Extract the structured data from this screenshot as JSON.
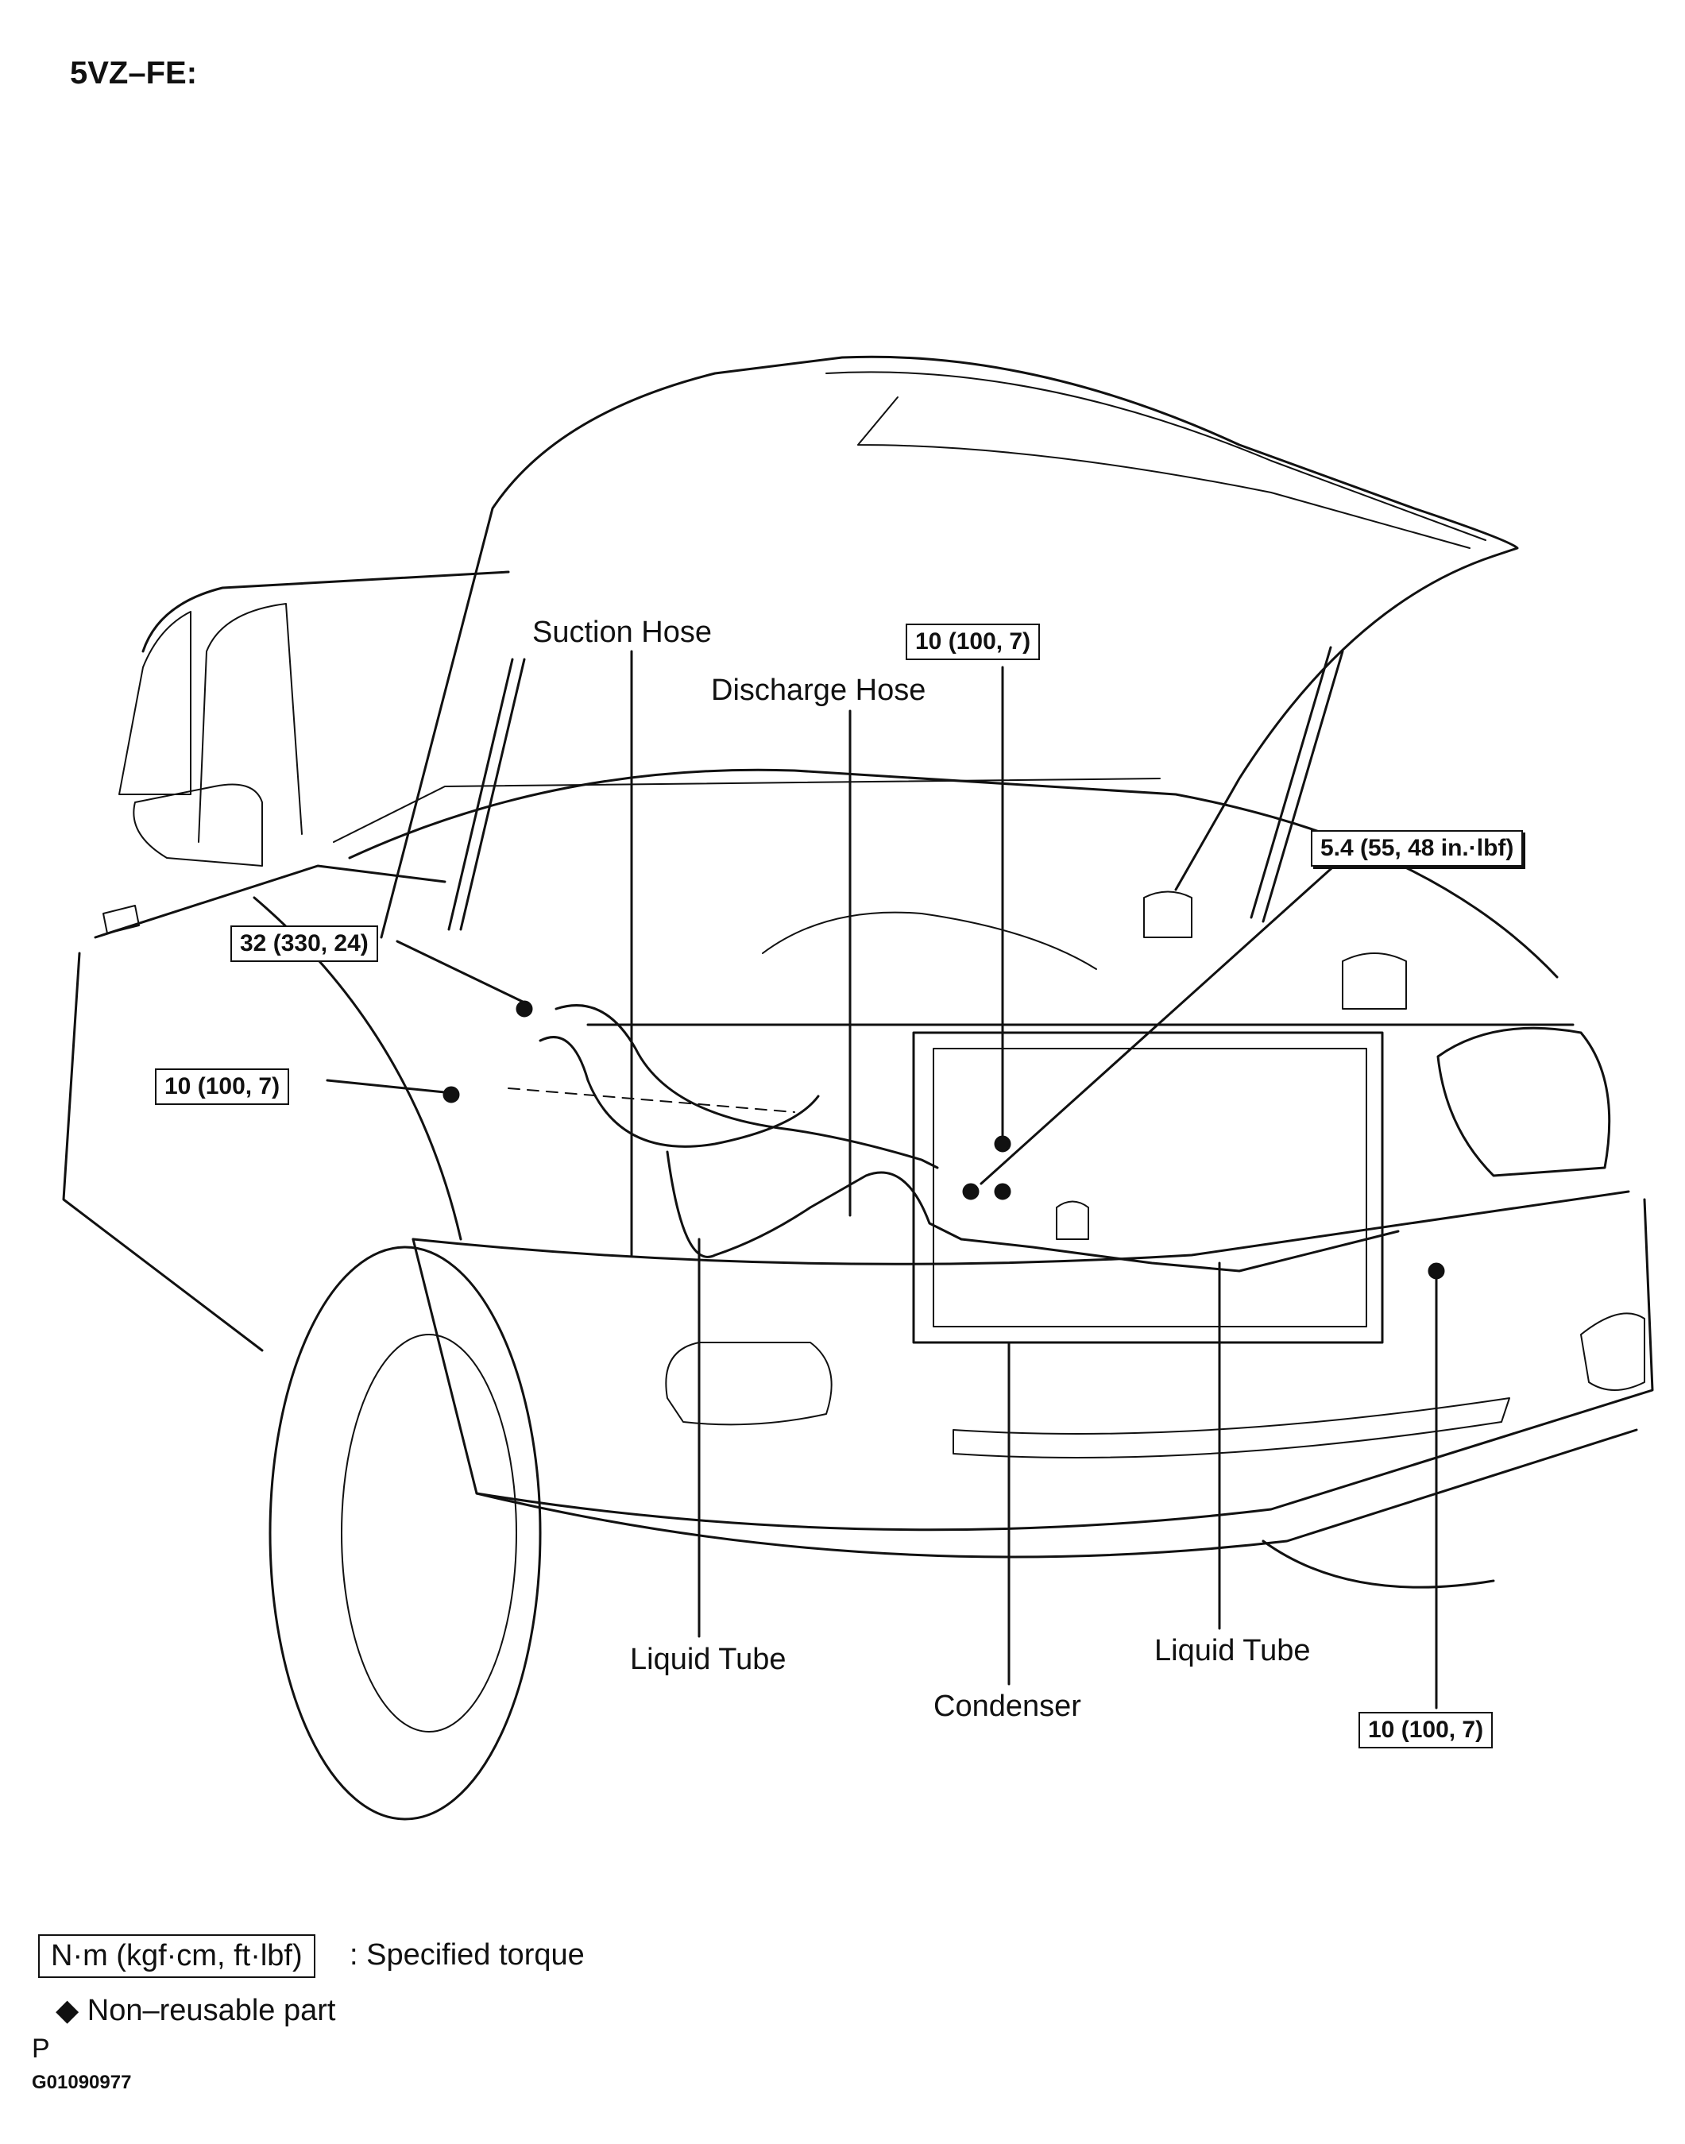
{
  "heading": "5VZ–FE:",
  "callouts": {
    "suction_hose": "Suction Hose",
    "discharge_hose": "Discharge Hose",
    "liquid_tube_left": "Liquid Tube",
    "liquid_tube_right": "Liquid Tube",
    "condenser": "Condenser"
  },
  "torques": {
    "top_center": "10 (100, 7)",
    "right": "5.4 (55, 48 in.·lbf)",
    "left_upper": "32 (330, 24)",
    "left_lower": "10 (100, 7)",
    "bottom_right": "10 (100, 7)"
  },
  "legend": {
    "torque_box": "N·m (kgf·cm, ft·lbf)",
    "torque_desc": ": Specified torque",
    "diamond_symbol": "◆",
    "nonreusable_desc": "Non–reusable part"
  },
  "footer": {
    "letter": "P",
    "code": "G01090977"
  }
}
